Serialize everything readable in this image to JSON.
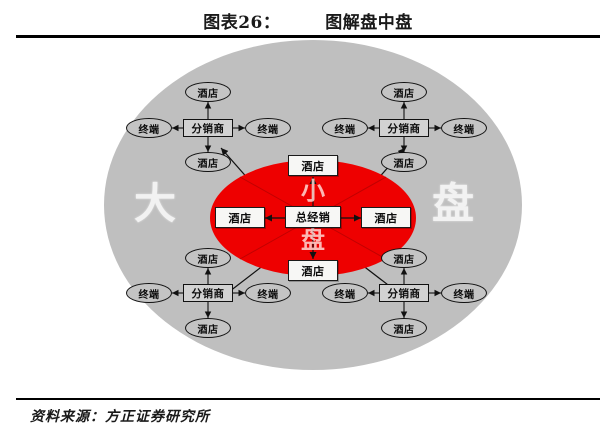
{
  "header": {
    "figure_label": "图表26：",
    "title": "图解盘中盘"
  },
  "footer": {
    "source": "资料来源：方正证券研究所"
  },
  "colors": {
    "outer_ellipse": "#bfbfbf",
    "inner_ellipse": "#ee0000",
    "node_fill": "#c4c4c4",
    "center_node_fill": "#f7f7f5",
    "line": "#111111",
    "rule": "#000000",
    "big_word": "#f2f2f2",
    "inner_word": "#ffd9d4"
  },
  "diagram": {
    "outer_zone": {
      "left_word": "大",
      "right_word": "盘"
    },
    "inner_zone": {
      "top_word": "小",
      "bottom_word": "盘"
    },
    "center": {
      "hub_label": "总经销",
      "hotel_top": "酒店",
      "hotel_bottom": "酒店",
      "hotel_left": "酒店",
      "hotel_right": "酒店"
    },
    "clusters": [
      {
        "position": "top-left",
        "distributor": "分销商",
        "hotel_top": "酒店",
        "hotel_bottom": "酒店",
        "terminal_left": "终端",
        "terminal_right": "终端"
      },
      {
        "position": "top-right",
        "distributor": "分销商",
        "hotel_top": "酒店",
        "hotel_bottom": "酒店",
        "terminal_left": "终端",
        "terminal_right": "终端"
      },
      {
        "position": "bottom-left",
        "distributor": "分销商",
        "hotel_top": "酒店",
        "hotel_bottom": "酒店",
        "terminal_left": "终端",
        "terminal_right": "终端"
      },
      {
        "position": "bottom-right",
        "distributor": "分销商",
        "hotel_top": "酒店",
        "hotel_bottom": "酒店",
        "terminal_left": "终端",
        "terminal_right": "终端"
      }
    ]
  }
}
